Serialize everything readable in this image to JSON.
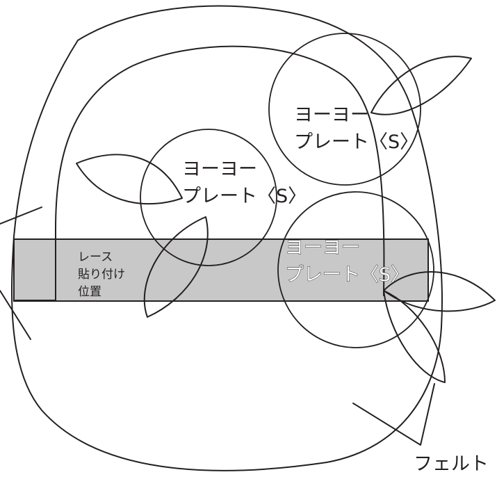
{
  "labels": {
    "yoyo_line1": "ヨーヨー",
    "yoyo_line2": "プレート〈S〉",
    "lace_line1": "レース",
    "lace_line2": "貼り付け",
    "lace_line3": "位置",
    "felt": "フェルト"
  },
  "colors": {
    "ink": "#231f20",
    "lace_band": "#c8c8c8",
    "background": "#ffffff"
  }
}
